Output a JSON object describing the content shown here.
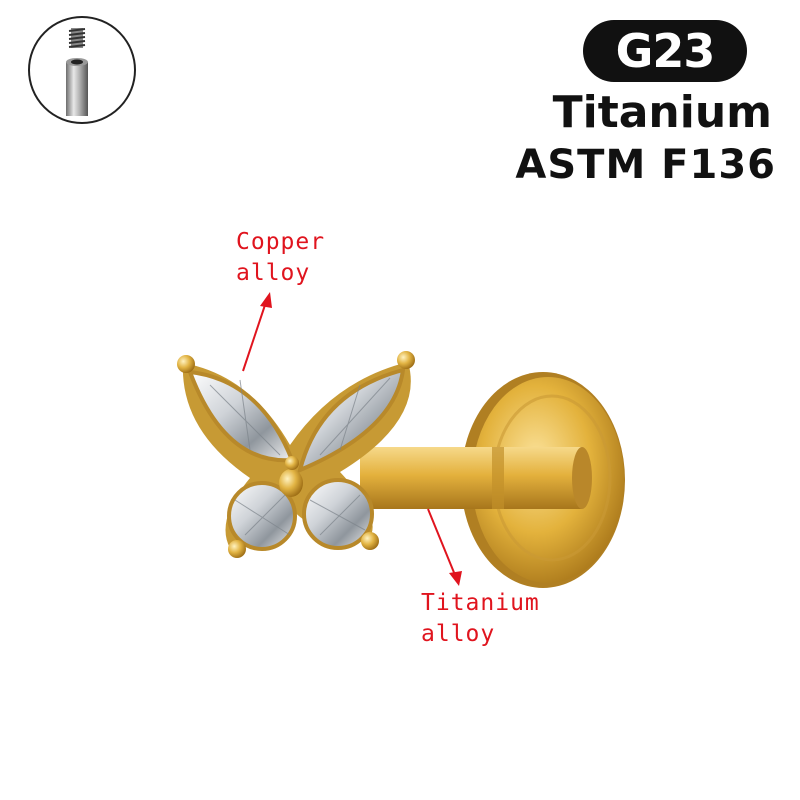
{
  "badge": {
    "grade": "G23"
  },
  "heading": {
    "material": "Titanium",
    "spec": "ASTM F136"
  },
  "annotations": {
    "copper": {
      "line1": "Copper",
      "line2": "alloy"
    },
    "titanium": {
      "line1": "Titanium",
      "line2": "alloy"
    }
  },
  "colors": {
    "annotation": "#e0141e",
    "gold": "#d9a92b",
    "badge": "#111111"
  },
  "icons": [
    "threaded-post-icon",
    "butterfly-jewel",
    "flat-back-disc",
    "arrow"
  ]
}
